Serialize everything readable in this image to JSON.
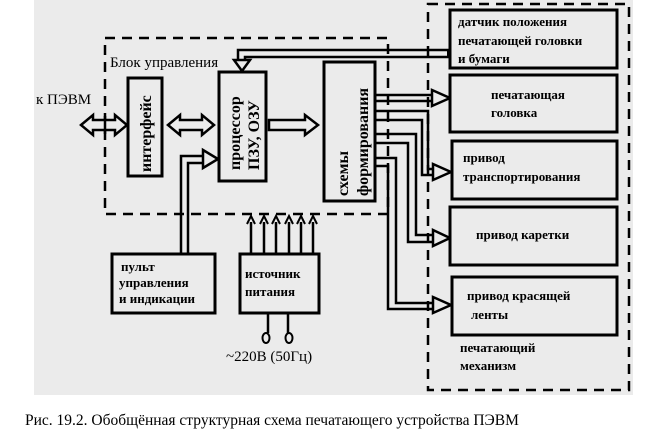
{
  "caption": "Рис. 19.2. Обобщённая структурная схема печатающего устройства ПЭВМ",
  "external": {
    "pc_label": "к ПЭВМ",
    "mains_label": "~220В (50Гц)"
  },
  "control_block": {
    "title": "Блок управления",
    "interface": "интерфейс",
    "processor_line1": "процессор",
    "processor_line2": "ПЗУ, ОЗУ",
    "formation_line1": "схемы",
    "formation_line2": "формирования"
  },
  "panel": {
    "line1": "пульт",
    "line2": "управления",
    "line3": "и индикации"
  },
  "power": {
    "line1": "источник",
    "line2": "питания"
  },
  "mechanism": {
    "title_line1": "печатающий",
    "title_line2": "механизм",
    "sensor": [
      "датчик положения",
      "печатающей головки",
      "и бумаги"
    ],
    "print_head": [
      "печатающая",
      "головка"
    ],
    "transport": [
      "привод",
      "транспортирования"
    ],
    "carriage": [
      "привод каретки"
    ],
    "ribbon": [
      "привод красящей",
      "ленты"
    ]
  }
}
